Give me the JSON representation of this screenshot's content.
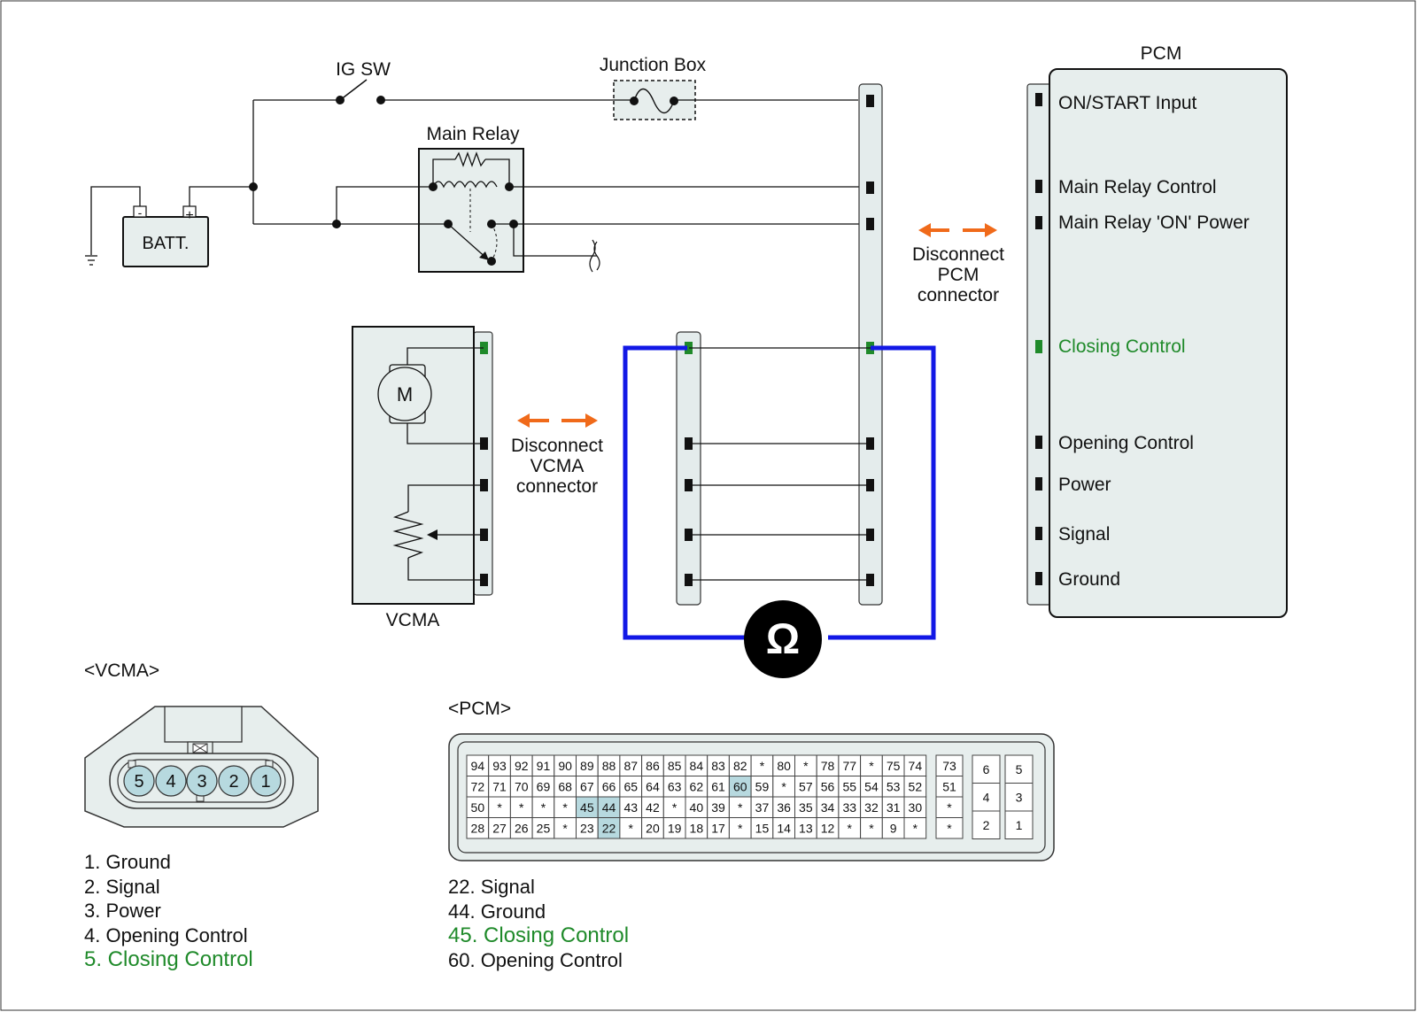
{
  "components": {
    "ig_sw": "IG SW",
    "junction_box": "Junction Box",
    "main_relay": "Main Relay",
    "battery": "BATT.",
    "battery_neg": "-",
    "battery_pos": "+",
    "pcm_title": "PCM",
    "vcma_title": "VCMA",
    "motor": "M",
    "ohm_symbol": "Ω"
  },
  "pcm_pins": [
    {
      "label": "ON/START Input",
      "highlight": false
    },
    {
      "label": "Main Relay Control",
      "highlight": false
    },
    {
      "label": "Main Relay  'ON' Power",
      "highlight": false
    },
    {
      "label": "Closing Control",
      "highlight": true
    },
    {
      "label": "Opening Control",
      "highlight": false
    },
    {
      "label": "Power",
      "highlight": false
    },
    {
      "label": "Signal",
      "highlight": false
    },
    {
      "label": "Ground",
      "highlight": false
    }
  ],
  "disconnect_pcm": [
    "Disconnect",
    "PCM",
    "connector"
  ],
  "disconnect_vcma": [
    "Disconnect",
    "VCMA",
    "connector"
  ],
  "vcma_connector": {
    "title": "<VCMA>",
    "pins": [
      "5",
      "4",
      "3",
      "2",
      "1"
    ],
    "legend": [
      {
        "text": "1. Ground",
        "highlight": false
      },
      {
        "text": "2. Signal",
        "highlight": false
      },
      {
        "text": "3. Power",
        "highlight": false
      },
      {
        "text": "4. Opening Control",
        "highlight": false
      },
      {
        "text": "5. Closing Control",
        "highlight": true
      }
    ]
  },
  "pcm_connector": {
    "title": "<PCM>",
    "rows": [
      [
        "94",
        "93",
        "92",
        "91",
        "90",
        "89",
        "88",
        "87",
        "86",
        "85",
        "84",
        "83",
        "82",
        "*",
        "80",
        "*",
        "78",
        "77",
        "*",
        "75",
        "74"
      ],
      [
        "72",
        "71",
        "70",
        "69",
        "68",
        "67",
        "66",
        "65",
        "64",
        "63",
        "62",
        "61",
        "60",
        "59",
        "*",
        "57",
        "56",
        "55",
        "54",
        "53",
        "52"
      ],
      [
        "50",
        "*",
        "*",
        "*",
        "*",
        "45",
        "44",
        "43",
        "42",
        "*",
        "40",
        "39",
        "*",
        "37",
        "36",
        "35",
        "34",
        "33",
        "32",
        "31",
        "30"
      ],
      [
        "28",
        "27",
        "26",
        "25",
        "*",
        "23",
        "22",
        "*",
        "20",
        "19",
        "18",
        "17",
        "*",
        "15",
        "14",
        "13",
        "12",
        "*",
        "*",
        "9",
        "*"
      ]
    ],
    "side_column": [
      "73",
      "51",
      "*",
      "*"
    ],
    "small_block": [
      [
        "6",
        "5"
      ],
      [
        "4",
        "3"
      ],
      [
        "2",
        "1"
      ]
    ],
    "highlighted": [
      "60",
      "45",
      "44",
      "22"
    ],
    "legend": [
      {
        "text": "22. Signal",
        "highlight": false
      },
      {
        "text": "44. Ground",
        "highlight": false
      },
      {
        "text": "45. Closing Control",
        "highlight": true
      },
      {
        "text": "60. Opening Control",
        "highlight": false
      }
    ]
  },
  "colors": {
    "highlight_text": "#1f8a2a",
    "meter_lead": "#1218e6",
    "disconnect_arrow": "#f06a1a",
    "component_fill": "#e7eeed",
    "highlight_cell": "#b7d9df"
  }
}
